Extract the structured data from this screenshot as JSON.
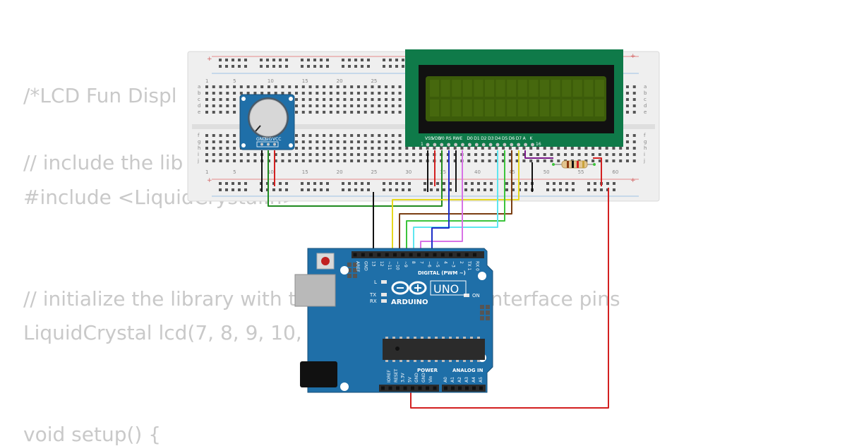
{
  "code_lines": [
    "/*LCD Fun Displ",
    "// include the lib",
    "#include <LiquidCrystal.h>",
    "// initialize the library with the numbers of the interface pins",
    "LiquidCrystal lcd(7, 8, 9, 10, 11, 12);",
    "void setup() {"
  ],
  "breadboard": {
    "top_numbers": [
      "1",
      "5",
      "10",
      "15",
      "20",
      "25",
      "30",
      "35",
      "40",
      "45",
      "50",
      "55",
      "60"
    ],
    "row_letters_top": [
      "a",
      "b",
      "c",
      "d",
      "e"
    ],
    "row_letters_bottom": [
      "f",
      "g",
      "h",
      "i",
      "j"
    ]
  },
  "potentiometer": {
    "pin_labels": [
      "GND",
      "SIG",
      "VCC"
    ]
  },
  "lcd": {
    "pin_labels": [
      "VSS",
      "VDD",
      "V0",
      "RS",
      "RW",
      "E",
      "D0",
      "D1",
      "D2",
      "D3",
      "D4",
      "D5",
      "D6",
      "D7",
      "A",
      "K"
    ],
    "pin_first": "1",
    "pin_last": "16"
  },
  "arduino": {
    "brand": "ARDUINO",
    "model": "UNO",
    "digital_header": "DIGITAL (PWM ~)",
    "power_header": "POWER",
    "analog_header": "ANALOG IN",
    "on_label": "ON",
    "tx_label": "TX",
    "rx_label": "RX",
    "l_label": "L",
    "digital_pins": [
      "AREF",
      "GND",
      "13",
      "12",
      "~11",
      "~10",
      "~9",
      "8",
      "7",
      "~6",
      "~5",
      "4",
      "~3",
      "2",
      "TX 1",
      "RX 0"
    ],
    "power_pins": [
      "IOREF",
      "RESET",
      "3.3V",
      "5V",
      "GND",
      "GND",
      "Vin"
    ],
    "analog_pins": [
      "A0",
      "A1",
      "A2",
      "A3",
      "A4",
      "A5"
    ]
  },
  "colors": {
    "board_blue": "#1f6fa8",
    "lcd_green": "#0f7a49",
    "lcd_screen": "#3c5c0a",
    "breadboard": "#efefef",
    "wire_red": "#d32020",
    "wire_black": "#111111",
    "wire_green": "#1f8a1f",
    "wire_yellow": "#e6d81e",
    "wire_brown": "#7a3e12",
    "wire_lime": "#3cc43c",
    "wire_cyan": "#5ee6f0",
    "wire_blue": "#1c2ec8",
    "wire_violet": "#d872e6",
    "wire_purple": "#7a1a8a"
  }
}
